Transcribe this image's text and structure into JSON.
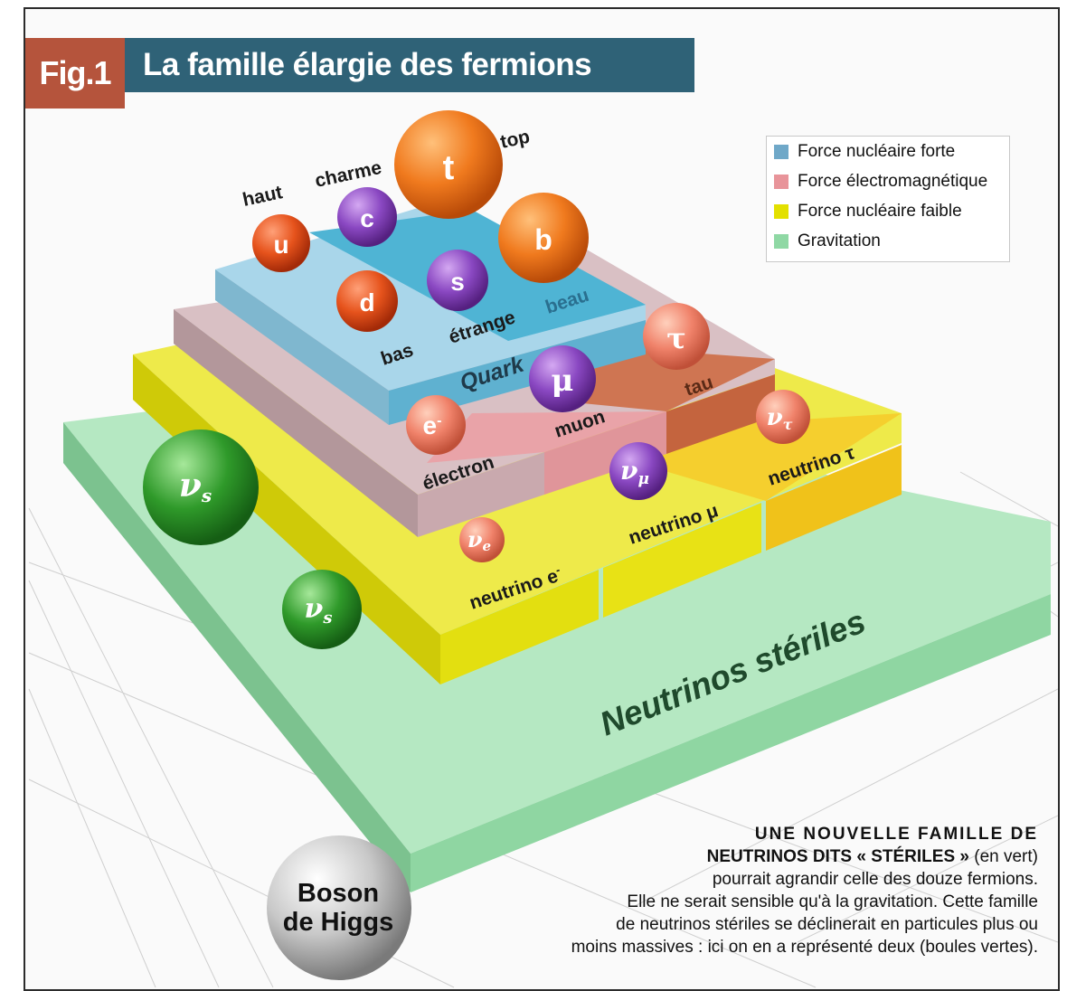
{
  "header": {
    "fig_label": "Fig.1",
    "title": "La famille élargie des fermions"
  },
  "legend": [
    {
      "label": "Force nucléaire forte",
      "color": "#6fa8c8"
    },
    {
      "label": "Force électromagnétique",
      "color": "#e8949a"
    },
    {
      "label": "Force nucléaire faible",
      "color": "#e3e000"
    },
    {
      "label": "Gravitation",
      "color": "#8fd8a4"
    }
  ],
  "layers": {
    "quark": "Quark",
    "neutrinos_steriles": "Neutrinos stériles"
  },
  "particles": {
    "u": {
      "symbol": "u",
      "name": "haut"
    },
    "c": {
      "symbol": "c",
      "name": "charme"
    },
    "t": {
      "symbol": "t",
      "name": "top"
    },
    "d": {
      "symbol": "d",
      "name": "bas"
    },
    "s": {
      "symbol": "s",
      "name": "étrange"
    },
    "b": {
      "symbol": "b",
      "name": "beau"
    },
    "e": {
      "symbol": "e",
      "sup": "-",
      "name": "électron"
    },
    "mu": {
      "symbol": "μ",
      "name": "muon"
    },
    "tau": {
      "symbol": "τ",
      "name": "tau"
    },
    "nu_e": {
      "symbol": "ν",
      "sub": "e",
      "name": "neutrino e",
      "name_sup": "-"
    },
    "nu_mu": {
      "symbol": "ν",
      "sub": "μ",
      "name": "neutrino μ"
    },
    "nu_tau": {
      "symbol": "ν",
      "sub": "τ",
      "name": "neutrino τ"
    },
    "nu_s": {
      "symbol": "ν",
      "sub": "s"
    }
  },
  "higgs": {
    "line1": "Boson",
    "line2": "de Higgs"
  },
  "caption": {
    "line1": "UNE NOUVELLE FAMILLE DE",
    "line2_bold": "NEUTRINOS DITS « STÉRILES »",
    "line2_rest": " (en vert)",
    "line3": "pourrait agrandir celle des douze fermions.",
    "line4": "Elle ne serait sensible qu'à la gravitation. Cette famille",
    "line5": "de neutrinos stériles se déclinerait en particules plus ou",
    "line6": "moins massives : ici on en a représenté deux (boules vertes)."
  },
  "colors": {
    "orange": "#f07a1e",
    "red_orange": "#e6531c",
    "purple": "#8a48c2",
    "salmon": "#f0826a",
    "green_ball": "#2f9a2a",
    "quark_block": "#8cc3dc",
    "quark_block_dark": "#3fa7c8",
    "em_block": "#c9a9ae",
    "em_block_pink": "#e0959a",
    "em_block_brown": "#c4643e",
    "weak_block": "#e8e215",
    "weak_block_gold": "#f0c21a",
    "gravity_block": "#94d9a6"
  }
}
